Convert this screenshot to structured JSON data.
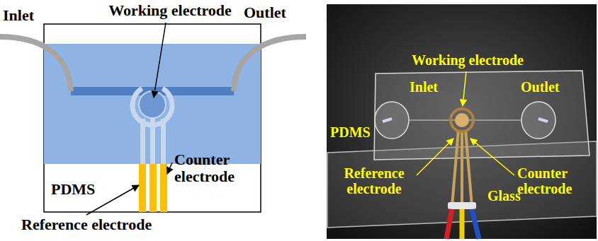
{
  "diagram": {
    "labels": [
      "Working electrode",
      "Inlet",
      "Outlet",
      "PDMS",
      "Counter electrode",
      "Reference electrode",
      "Working electrode",
      "Inlet",
      "Outlet",
      "PDMS",
      "Reference electrode",
      "Counter electrode",
      "Glass"
    ]
  }
}
